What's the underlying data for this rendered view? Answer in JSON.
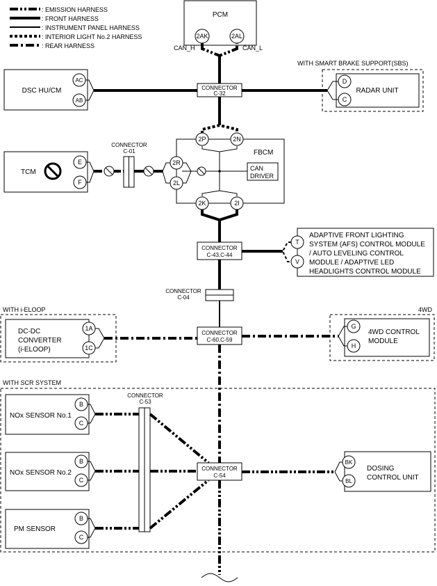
{
  "legend": [
    {
      "key": "emission",
      "label": ": EMISSION HARNESS"
    },
    {
      "key": "front",
      "label": ": FRONT HARNESS"
    },
    {
      "key": "ip",
      "label": ": INSTRUMENT PANEL HARNESS"
    },
    {
      "key": "interior",
      "label": ": INTERIOR LIGHT No.2 HARNESS"
    },
    {
      "key": "rear",
      "label": ": REAR HARNESS"
    }
  ],
  "pcm": {
    "label": "PCM",
    "pin_h": "2AK",
    "pin_l": "2AL",
    "can_h": "CAN_H",
    "can_l": "CAN_L"
  },
  "sbs": {
    "group": "WITH SMART BRAKE SUPPORT(SBS)",
    "label": "RADAR UNIT",
    "pin1": "D",
    "pin2": "C"
  },
  "dsc": {
    "label": "DSC HU/CM",
    "pin1": "AC",
    "pin2": "AB"
  },
  "c32": {
    "title": "CONNECTOR",
    "code": "C-32"
  },
  "fbcm": {
    "label": "FBCM",
    "can_driver_1": "CAN",
    "can_driver_2": "DRIVER",
    "pins": {
      "p2p": "2P",
      "p2n": "2N",
      "p2r": "2R",
      "p2l": "2L",
      "p2k": "2K",
      "p2i": "2I"
    }
  },
  "tcm": {
    "label": "TCM",
    "pin1": "E",
    "pin2": "F",
    "icon": "prohibited-icon"
  },
  "c01": {
    "title": "CONNECTOR",
    "code": "C-01"
  },
  "afs": {
    "lines": [
      "ADAPTIVE FRONT LIGHTING",
      "SYSTEM (AFS) CONTROL MODULE",
      "/ AUTO LEVELING CONTROL",
      "MODULE / ADAPTIVE LED",
      "HEADLIGHTS CONTROL MODULE"
    ],
    "pin1": "T",
    "pin2": "V"
  },
  "c43": {
    "title": "CONNECTOR",
    "code": "C-43,C-44"
  },
  "c04": {
    "title": "CONNECTOR",
    "code": "C-04"
  },
  "ieloop": {
    "group": "WITH i-ELOOP",
    "lines": [
      "DC-DC",
      "CONVERTER",
      "(i-ELOOP)"
    ],
    "pin1": "1A",
    "pin2": "1C"
  },
  "c60": {
    "title": "CONNECTOR",
    "code": "C-60,C-59"
  },
  "fourwd": {
    "group": "4WD",
    "lines": [
      "4WD CONTROL",
      "MODULE"
    ],
    "pin1": "G",
    "pin2": "H"
  },
  "scr": {
    "group": "WITH SCR SYSTEM"
  },
  "nox1": {
    "label": "NOx SENSOR No.1",
    "pin1": "B",
    "pin2": "C"
  },
  "nox2": {
    "label": "NOx SENSOR No.2",
    "pin1": "B",
    "pin2": "C"
  },
  "pm": {
    "label": "PM SENSOR",
    "pin1": "B",
    "pin2": "C"
  },
  "c53": {
    "title": "CONNECTOR",
    "code": "C-53"
  },
  "c54": {
    "title": "CONNECTOR",
    "code": "C-54"
  },
  "dosing": {
    "lines": [
      "DOSING",
      "CONTROL UNIT"
    ],
    "pin1": "BK",
    "pin2": "BL"
  }
}
